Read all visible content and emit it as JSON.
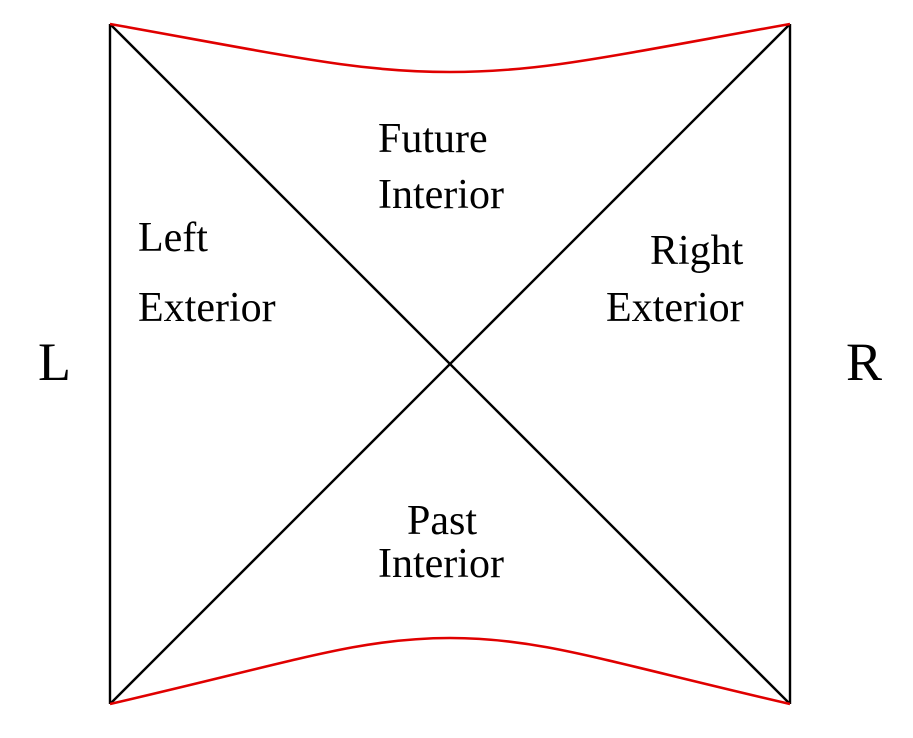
{
  "diagram": {
    "side_labels": {
      "left": "L",
      "right": "R"
    },
    "regions": {
      "future_interior": [
        "Future",
        "Interior"
      ],
      "past_interior": [
        "Past",
        "Interior"
      ],
      "left_exterior": [
        "Left",
        "Exterior"
      ],
      "right_exterior": [
        "Right",
        "Exterior"
      ]
    },
    "colors": {
      "lines": "#000000",
      "singularity": "#e00000",
      "text": "#000000"
    }
  }
}
